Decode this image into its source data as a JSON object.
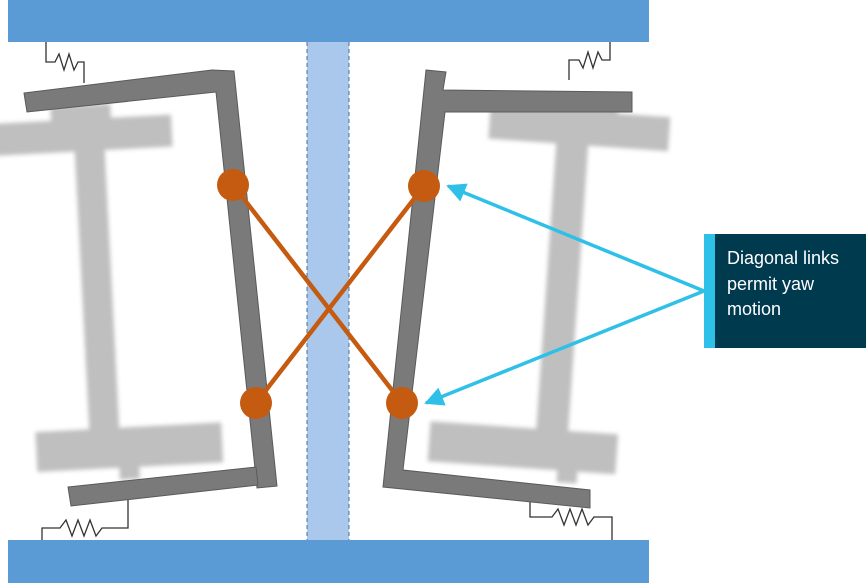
{
  "callout": {
    "lines": [
      "Diagonal links",
      "permit yaw",
      "motion"
    ]
  },
  "colors": {
    "rail": "#5b9bd5",
    "center_beam": "#a9c8ec",
    "frame": "#7a7a7a",
    "bogie_ghost": "#b4b4b4",
    "link": "#c55a11",
    "arrow": "#2fc0e8",
    "callout_bg": "#003a4f",
    "callout_text": "#ffffff",
    "spring": "#333333"
  },
  "icons": {
    "springs": "zigzag-spring",
    "pivots": "orange-circle-joint",
    "arrows": "cyan-pointer-arrow"
  }
}
